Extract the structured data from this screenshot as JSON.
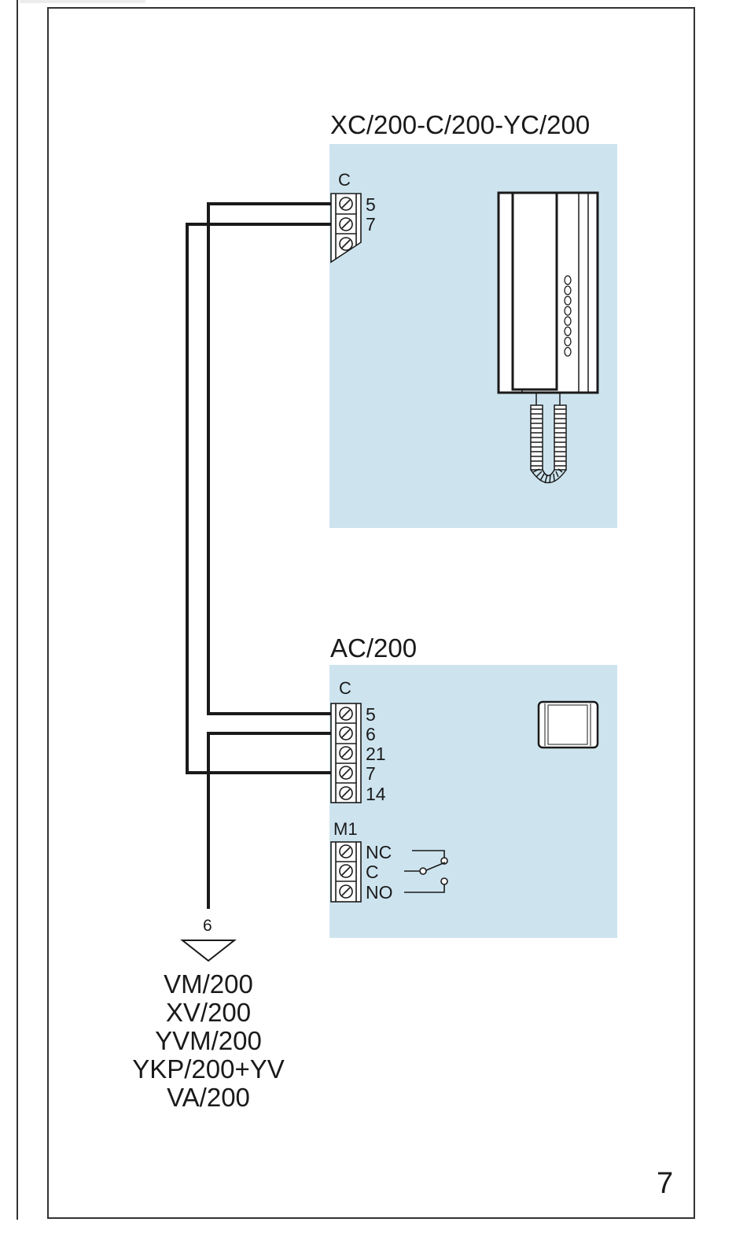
{
  "page": {
    "number": "7",
    "panel_color": "#cde4ef",
    "line_color": "#1a1a1a"
  },
  "devices": {
    "handset": {
      "title": "XC/200-C/200-YC/200",
      "connector_label": "C",
      "terminals": [
        "5",
        "7"
      ],
      "icon": "intercom-handset-icon"
    },
    "adapter": {
      "title": "AC/200",
      "connector_c_label": "C",
      "connector_c_terminals": [
        "5",
        "6",
        "21",
        "7",
        "14"
      ],
      "connector_m1_label": "M1",
      "connector_m1_terminals": [
        "NC",
        "C",
        "NO"
      ],
      "icon": "adapter-module-icon",
      "relay_icon": "relay-switch-icon"
    }
  },
  "source": {
    "terminal": "6",
    "icon": "signal-source-triangle-icon",
    "models": [
      "VM/200",
      "XV/200",
      "YVM/200",
      "YKP/200+YV",
      "VA/200"
    ]
  },
  "connections": [
    {
      "from": "XC/200 C.5",
      "to": "AC/200 C.5"
    },
    {
      "from": "XC/200 C.7",
      "to": "AC/200 C.7"
    },
    {
      "from": "AC/200 C.6",
      "to": "Source 6"
    }
  ]
}
